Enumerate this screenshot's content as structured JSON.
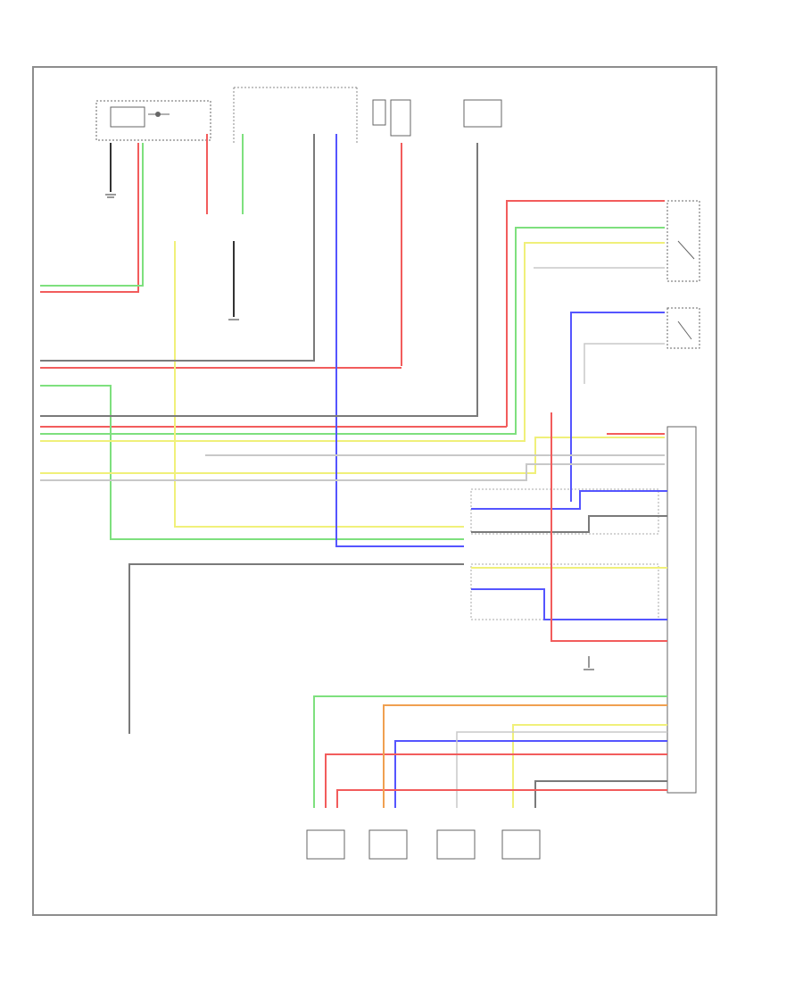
{
  "diagram": {
    "footer_left": "",
    "footer_center": "",
    "colors": {
      "frame": "#8d8d8d",
      "red": "#f25c5c",
      "green": "#7ee07e",
      "yellow": "#f0f07a",
      "blue": "#5555ff",
      "gray": "#7a7a7a",
      "lightgray": "#c8c8c8",
      "orange": "#f0a050",
      "black": "#333333"
    },
    "components": [
      {
        "id": "combination-meter",
        "label": ""
      },
      {
        "id": "junction-block",
        "label": ""
      },
      {
        "id": "stop-light-switch",
        "label": ""
      },
      {
        "id": "parking-brake-switch",
        "label": ""
      },
      {
        "id": "front-power-seat-switch",
        "label": ""
      },
      {
        "id": "seat-position-sensor",
        "label": ""
      },
      {
        "id": "seat-belt-buckle-switch",
        "label": ""
      },
      {
        "id": "front-seat-ecu",
        "label": ""
      },
      {
        "id": "occupant-sensor-1",
        "label": ""
      },
      {
        "id": "occupant-sensor-2",
        "label": ""
      },
      {
        "id": "occupant-sensor-3",
        "label": ""
      },
      {
        "id": "occupant-sensor-4",
        "label": ""
      }
    ],
    "legend_notes": [
      "",
      "",
      "",
      ""
    ]
  }
}
